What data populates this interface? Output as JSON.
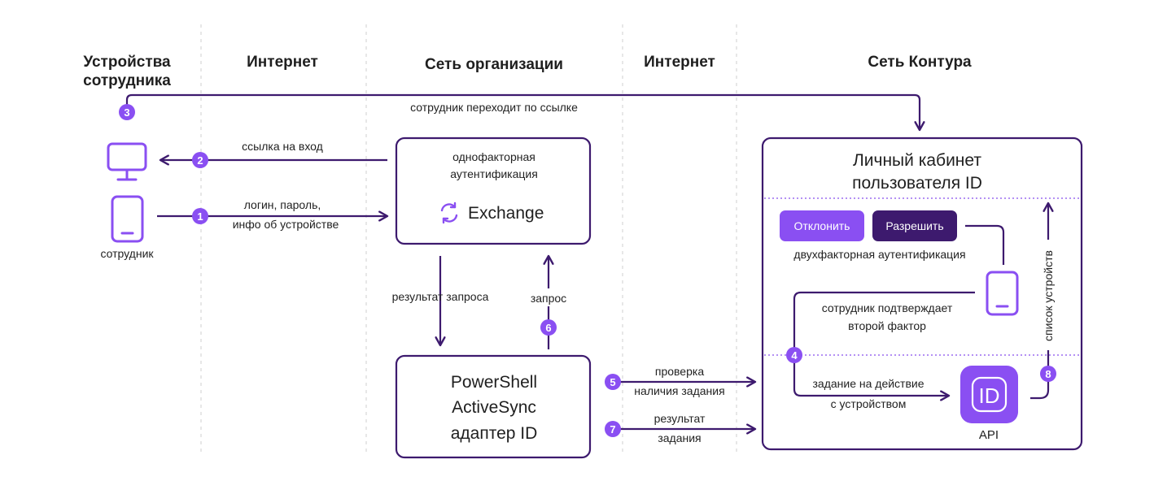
{
  "columns": {
    "devices": [
      "Устройства",
      "сотрудника"
    ],
    "internet_left": "Интернет",
    "org_network": "Сеть организации",
    "internet_right": "Интернет",
    "kontur_network": "Сеть Контура"
  },
  "employee_label": "сотрудник",
  "step3_label": "сотрудник переходит по ссылке",
  "step2_label": "ссылка на вход",
  "step1_label": [
    "логин, пароль,",
    "инфо об устройстве"
  ],
  "exchange_box": {
    "auth": [
      "однофакторная",
      "аутентификация"
    ],
    "name": "Exchange"
  },
  "request_result_label": "результат запроса",
  "request_label": "запрос",
  "adapter_box": [
    "PowerShell",
    "ActiveSync",
    "адаптер ID"
  ],
  "step5_label": [
    "проверка",
    "наличия задания"
  ],
  "step7_label": [
    "результат",
    "задания"
  ],
  "cabinet": {
    "title": [
      "Личный кабинет",
      "пользователя ID"
    ],
    "reject_button": "Отклонить",
    "allow_button": "Разрешить",
    "two_factor": "двухфакторная аутентификация",
    "confirm": [
      "сотрудник подтверждает",
      "второй фактор"
    ],
    "task": [
      "задание на действие",
      "с устройством"
    ],
    "device_list": "список устройств",
    "api_logo": "ID",
    "api_label": "API"
  },
  "step_numbers": [
    "1",
    "2",
    "3",
    "4",
    "5",
    "6",
    "7",
    "8"
  ],
  "colors": {
    "dark_purple": "#3d1a6e",
    "accent_purple": "#8a4ff2",
    "dotted_purple": "#9b6cf0"
  }
}
